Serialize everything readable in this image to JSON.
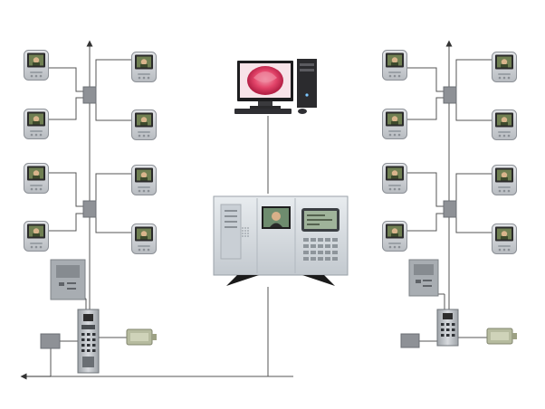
{
  "colors": {
    "background": "#ffffff",
    "wire": "#555555",
    "device_body": "#c9ccd0",
    "device_edge": "#8d9197",
    "screen_frame": "#2b2b2b",
    "distributor": "#8e9196",
    "flower": "#e8536f",
    "center_panel": "#d8dde2",
    "lcd": "#9fb39a"
  },
  "icons": {
    "indoor_monitor": "video-intercom-monitor-icon",
    "distributor": "signal-distributor-icon",
    "door_station": "door-panel-keypad-icon",
    "lock": "electric-lock-icon",
    "guard_unit": "guard-station-icon",
    "computer": "desktop-computer-icon",
    "management_center": "management-center-console-icon"
  },
  "systems": [
    {
      "name": "building-left",
      "monitor_rows": 4,
      "monitors_per_row": 2
    },
    {
      "name": "building-right",
      "monitor_rows": 4,
      "monitors_per_row": 2
    }
  ]
}
